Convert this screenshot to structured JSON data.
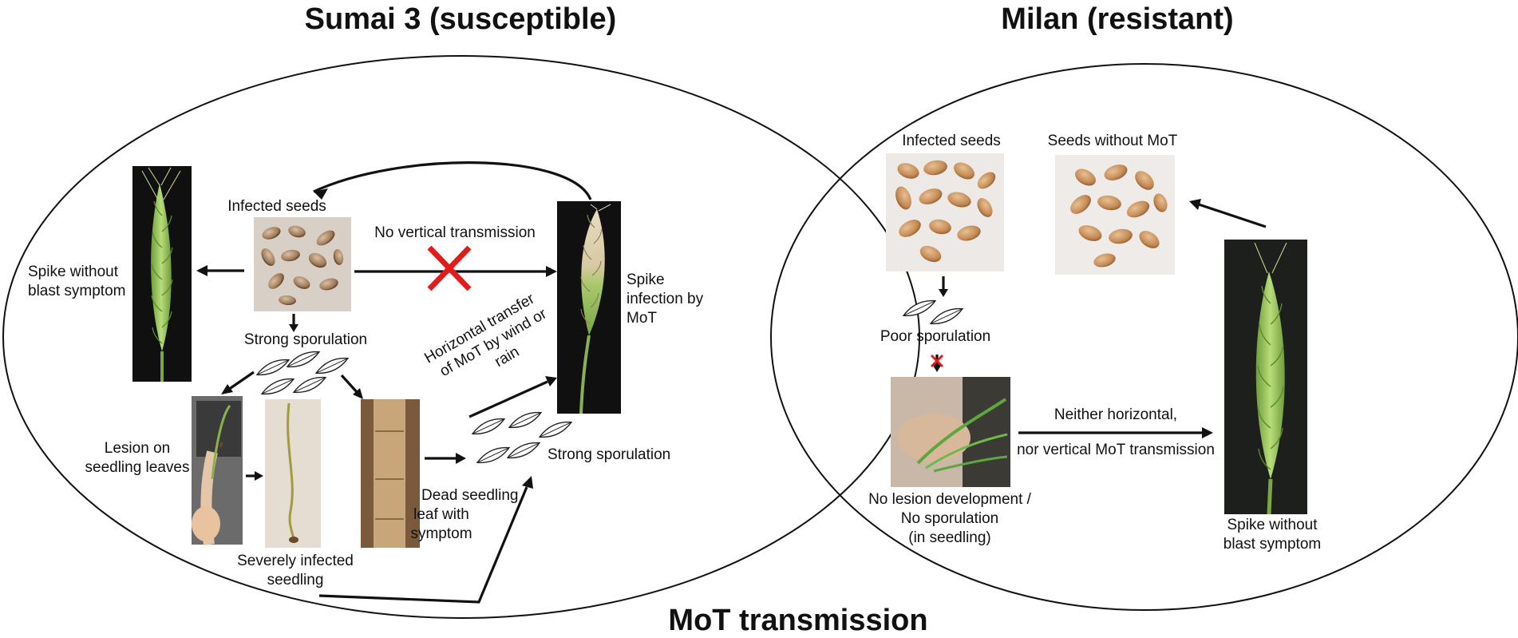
{
  "titles": {
    "left": "Sumai 3 (susceptible)",
    "right": "Milan (resistant)",
    "bottom": "MoT transmission"
  },
  "left": {
    "infected_seeds": "Infected seeds",
    "no_vertical": "No vertical transmission",
    "spike_without": [
      "Spike without",
      "blast symptom"
    ],
    "spike_infection": [
      "Spike",
      "infection by",
      "MoT"
    ],
    "strong_sporulation_top": "Strong sporulation",
    "strong_sporulation_right": "Strong sporulation",
    "lesion": [
      "Lesion on",
      "seedling leaves"
    ],
    "severely": [
      "Severely infected",
      "seedling"
    ],
    "dead": [
      "Dead seedling",
      "leaf with",
      "symptom"
    ],
    "horizontal": [
      "Horizontal transfer",
      "of MoT by wind or",
      "rain"
    ]
  },
  "right": {
    "infected_seeds": "Infected seeds",
    "seeds_without": "Seeds without MoT",
    "poor_sporulation": "Poor sporulation",
    "no_lesion": [
      "No lesion development /",
      "No sporulation",
      "(in seedling)"
    ],
    "neither": [
      "Neither horizontal,",
      "nor vertical MoT transmission"
    ],
    "spike_without": [
      "Spike without",
      "blast symptom"
    ]
  },
  "colors": {
    "ink": "#111111",
    "cross": "#e21b1b",
    "wheat_green": "#a8cf6a",
    "photo_dark": "#1a1a1a",
    "seed": "#c48a55"
  }
}
